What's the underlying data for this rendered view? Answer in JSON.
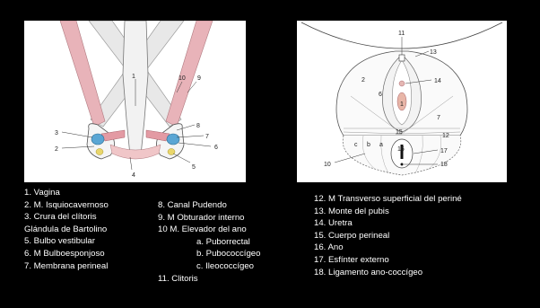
{
  "left_diagram": {
    "labels": [
      "1",
      "2",
      "3",
      "4",
      "5",
      "6",
      "7",
      "8",
      "9",
      "10"
    ]
  },
  "right_diagram": {
    "labels": [
      "1",
      "2",
      "6",
      "7",
      "10",
      "11",
      "12",
      "13",
      "14",
      "15",
      "16",
      "17",
      "18",
      "a",
      "b",
      "c"
    ]
  },
  "legend": {
    "col1": [
      "1. Vagina",
      "2. M. Isquiocavernoso",
      "3. Crura del clítoris",
      "Glándula de Bartolino",
      "5. Bulbo vestibular",
      "6. M Bulboesponjoso",
      "7. Membrana perineal"
    ],
    "col2": [
      "8. Canal Pudendo",
      "9. M Obturador interno",
      "10 M. Elevador del ano"
    ],
    "col2_sub": [
      "a. Puborrectal",
      "b. Pubococcígeo",
      "c. Ileococcígeo"
    ],
    "col2_last": "11. Clitoris",
    "col3": [
      "12. M Transverso superficial del periné",
      "13. Monte del pubis",
      "14. Uretra",
      "15. Cuerpo perineal",
      "16. Ano",
      "17. Esfínter externo",
      "18. Ligamento ano-coccígeo"
    ]
  },
  "colors": {
    "muscle": "#e3a0a4",
    "bulb": "#e5b7b3",
    "gland": "#5aa6d4",
    "gland_yellow": "#e9d66b",
    "background": "#000000"
  }
}
